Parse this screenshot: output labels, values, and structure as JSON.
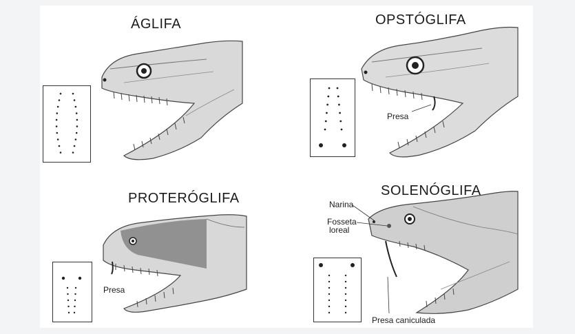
{
  "panels": [
    {
      "title": "ÁGLIFA"
    },
    {
      "title": "OPSTÓGLIFA",
      "labels": [
        "Presa"
      ]
    },
    {
      "title": "PROTERÓGLIFA",
      "labels": [
        "Presa"
      ]
    },
    {
      "title": "SOLENÓGLIFA",
      "labels": [
        "Narina",
        "Fosseta",
        "loreal",
        "Presa caniculada"
      ]
    }
  ]
}
